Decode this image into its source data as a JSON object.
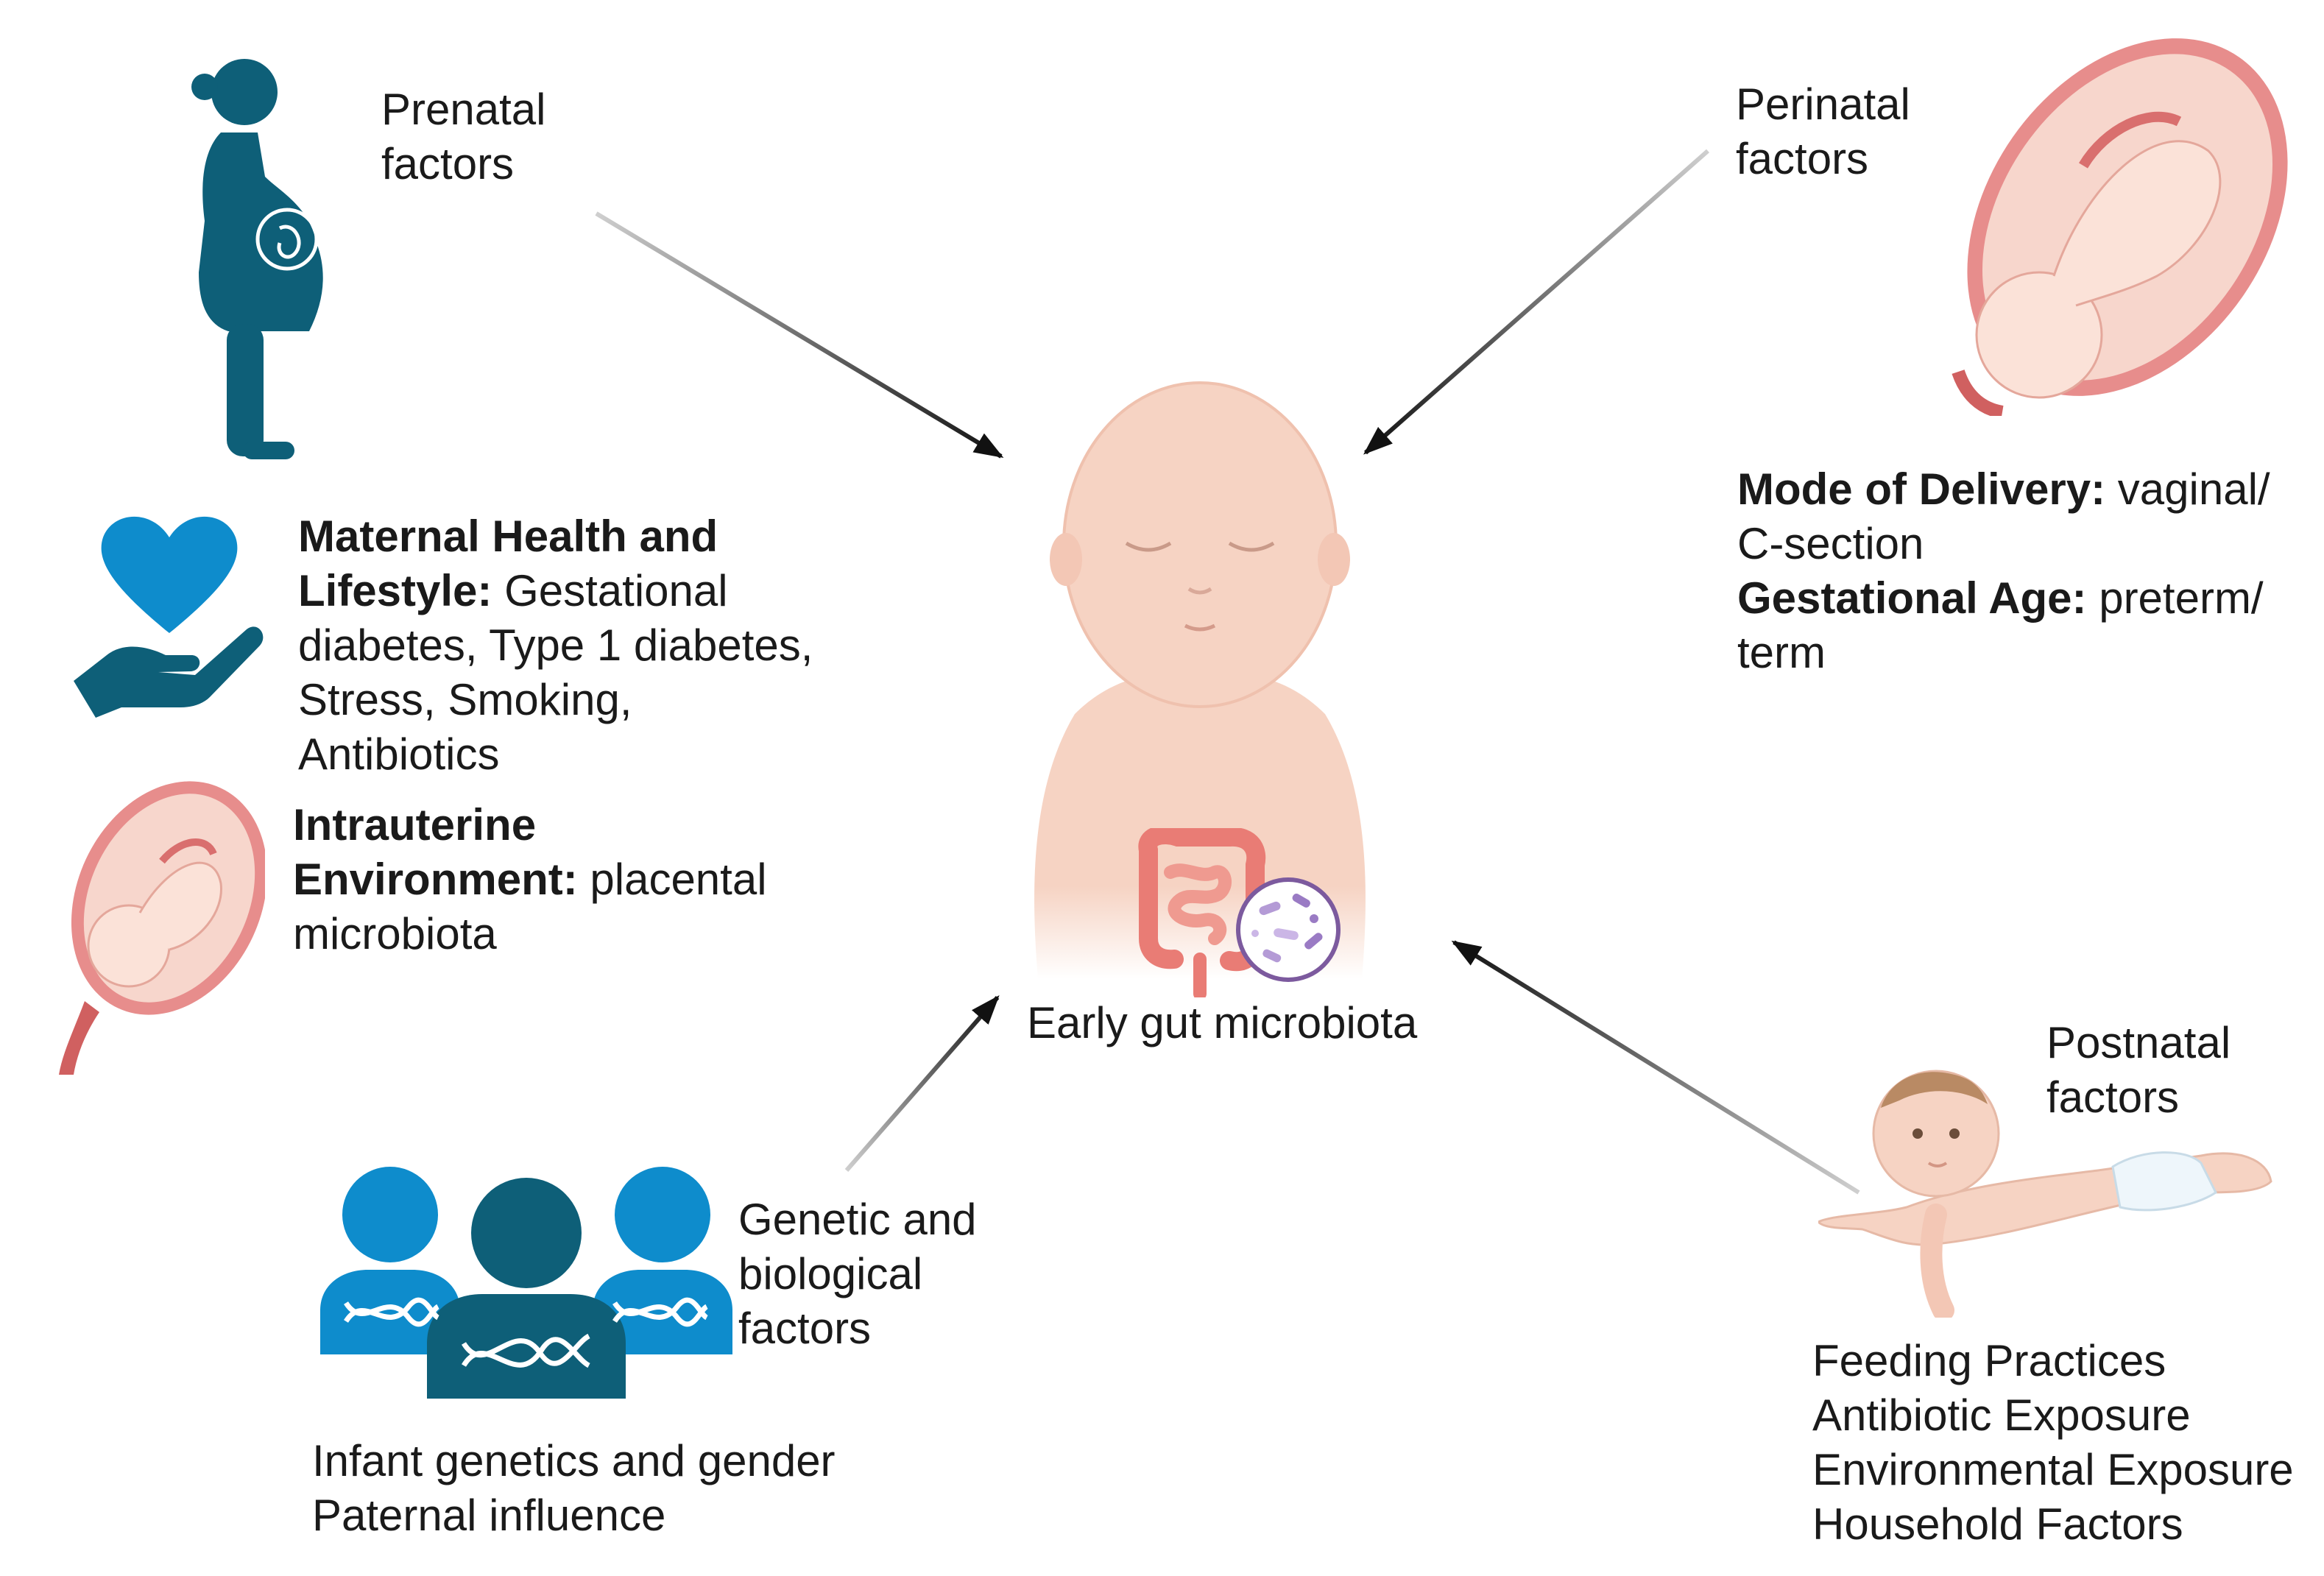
{
  "prenatal": {
    "label_line1": "Prenatal",
    "label_line2": "factors"
  },
  "maternal": {
    "title_line1": "Maternal Health and",
    "title_line2": "Lifestyle:",
    "text_line2": " Gestational",
    "text_line3": "diabetes, Type 1 diabetes,",
    "text_line4": "Stress, Smoking,",
    "text_line5": "Antibiotics"
  },
  "intrauterine": {
    "title_line1": "Intrauterine",
    "title_line2": "Environment:",
    "text_line2": " placental",
    "text_line3": "microbiota"
  },
  "perinatal": {
    "label_line1": "Perinatal",
    "label_line2": "factors",
    "delivery_title": "Mode of Delivery:",
    "delivery_text": " vaginal/",
    "delivery_text2": "C-section",
    "age_title": "Gestational Age:",
    "age_text": " preterm/",
    "age_text2": "term"
  },
  "center": {
    "label": "Early gut microbiota"
  },
  "genetic": {
    "label_line1": "Genetic and",
    "label_line2": "biological",
    "label_line3": "factors",
    "item1": "Infant genetics and gender",
    "item2": "Paternal influence"
  },
  "postnatal": {
    "label_line1": "Postnatal",
    "label_line2": "factors",
    "items": [
      "Feeding Practices",
      "Antibiotic Exposure",
      "Environmental Exposure",
      "Household Factors"
    ]
  },
  "colors": {
    "teal": "#0e5f78",
    "blue": "#0e8ccc",
    "skin": "#f6d3c3",
    "uterus": "#e78d8c"
  },
  "icons": [
    "pregnant-woman-icon",
    "heart-hand-icon",
    "fetus-in-uterus-icon",
    "baby-icon",
    "gut-icon",
    "bacteria-icon",
    "dna-people-icon",
    "crawling-baby-icon"
  ]
}
